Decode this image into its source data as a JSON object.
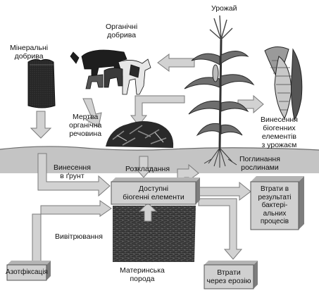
{
  "labels": {
    "harvest": "Урожай",
    "organic_fertilizers": "Органічні\nдобрива",
    "mineral_fertilizers": "Мінеральні\nдобрива",
    "dead_organic_matter": "Мертва\nорганічна\nречовина",
    "harvest_removal": "Винесення\nбіогенних\nелементів\nз урожаєм",
    "plant_uptake": "Поглинання\nрослинами",
    "soil_input": "Винесення\nв ґрунт",
    "decomposition": "Розкладання",
    "available_elements": "Доступні\nбіогенні елементи",
    "bacterial_losses": "Втрати в\nрезультаті\nбактері-\nальних\nпроцесів",
    "weathering": "Вивітрювання",
    "nitrogen_fixation": "Азотфіксація",
    "parent_rock": "Материнська\nпорода",
    "erosion_losses": "Втрати\nчерез ерозію"
  },
  "colors": {
    "arrow_fill": "#d2d2d2",
    "arrow_stroke": "#7a7a7a",
    "box_fill": "#d0d0d0",
    "box_shadow": "#7d7d7d",
    "soil": "#b9b9b9",
    "rock": "#4a4a4a",
    "ink": "#1a1a1a"
  },
  "icons": {
    "fertilizer_bag": "fertilizer-bag-icon",
    "cattle": "cattle-icon",
    "corn_plant": "corn-plant-icon",
    "corn_cobs": "corn-cobs-icon",
    "litter_pile": "litter-pile-icon",
    "roots": "roots-icon"
  }
}
